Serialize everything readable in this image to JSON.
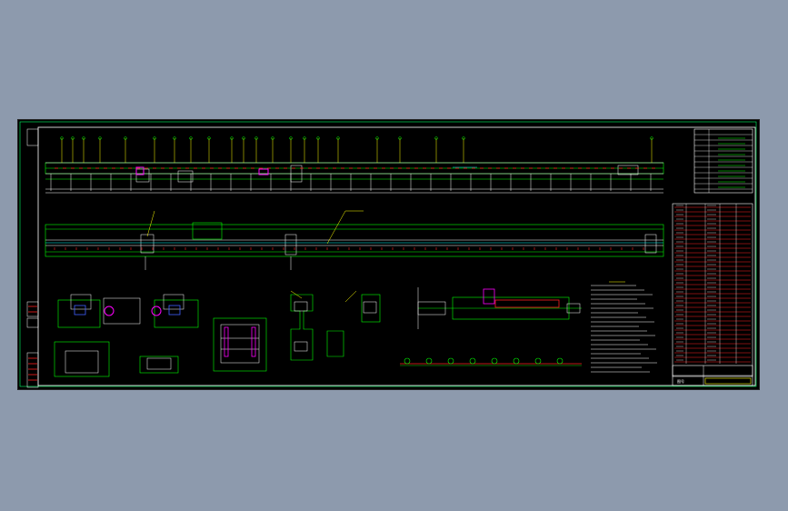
{
  "viewer": {
    "background_color": "#8d9aad",
    "sheet_color": "#000000"
  },
  "drawing": {
    "frame_color": "#00ff66",
    "line_colors": {
      "outline": "#ffffff",
      "structure": "#00ff00",
      "leader": "#ffff00",
      "red_table": "#ff2020",
      "magenta": "#ff00ff",
      "cyan": "#00ffff",
      "blue": "#4060ff"
    },
    "views": [
      "elevation-view",
      "plan-view",
      "drive-section-view",
      "detail-view-left",
      "frame-section-view",
      "detail-view-center",
      "detail-view-right",
      "roller-line-view"
    ],
    "title_block": {
      "label_stamp": "图号"
    }
  }
}
